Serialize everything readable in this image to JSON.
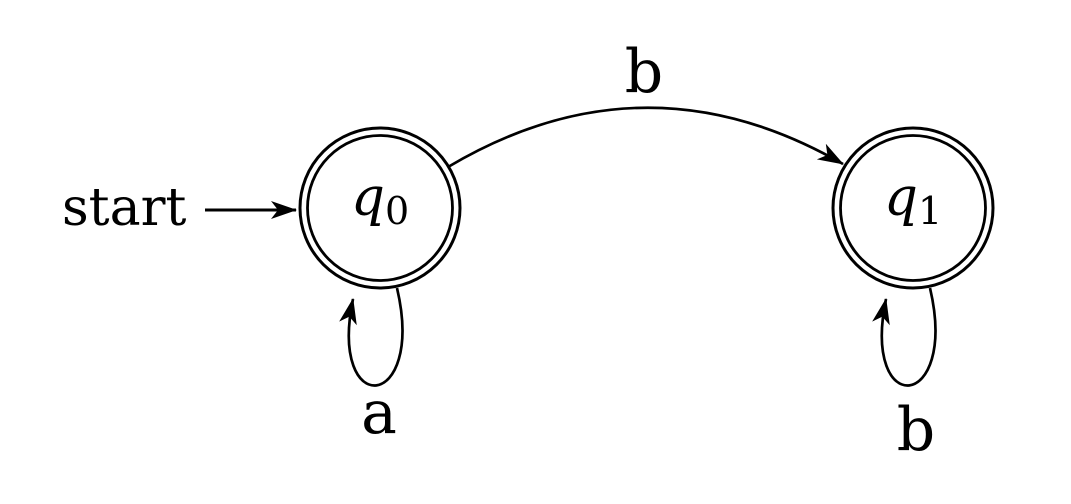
{
  "diagram": {
    "kind": "finite-state-automaton",
    "background": "#ffffff",
    "ink": "#000000",
    "start_label": "start",
    "states": [
      {
        "id": "q0",
        "name": "q",
        "subscript": "0",
        "accepting": true,
        "initial": true
      },
      {
        "id": "q1",
        "name": "q",
        "subscript": "1",
        "accepting": true,
        "initial": false
      }
    ],
    "transitions": [
      {
        "from": "q0",
        "to": "q1",
        "label": "b"
      },
      {
        "from": "q0",
        "to": "q0",
        "label": "a"
      },
      {
        "from": "q1",
        "to": "q1",
        "label": "b"
      }
    ]
  }
}
